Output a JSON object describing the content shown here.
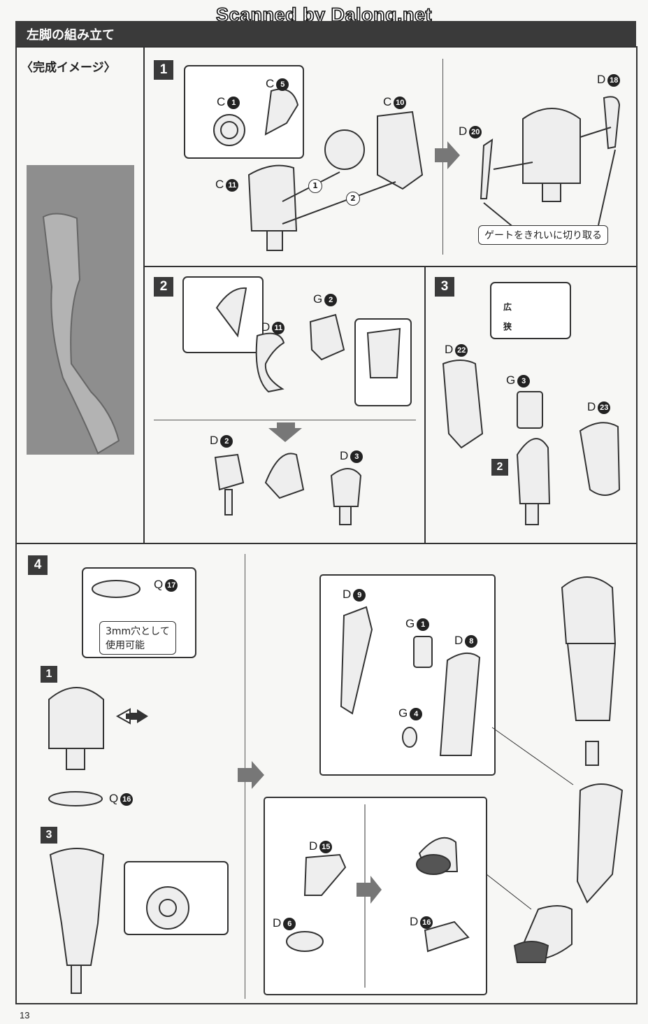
{
  "watermark": "Scanned by Dalong.net",
  "section_title": "左脚の組み立て",
  "completion_label": "〈完成イメージ〉",
  "steps": {
    "s1": "1",
    "s2": "2",
    "s3": "3",
    "s4": "4"
  },
  "substeps": {
    "a": "1",
    "b": "3",
    "c": "2"
  },
  "parts": {
    "c1": {
      "letter": "C",
      "num": "1"
    },
    "c5": {
      "letter": "C",
      "num": "5"
    },
    "c10": {
      "letter": "C",
      "num": "10"
    },
    "c11": {
      "letter": "C",
      "num": "11"
    },
    "d18": {
      "letter": "D",
      "num": "18"
    },
    "d20": {
      "letter": "D",
      "num": "20"
    },
    "g2": {
      "letter": "G",
      "num": "2"
    },
    "d11": {
      "letter": "D",
      "num": "11"
    },
    "d2": {
      "letter": "D",
      "num": "2"
    },
    "d3": {
      "letter": "D",
      "num": "3"
    },
    "d22": {
      "letter": "D",
      "num": "22"
    },
    "g3": {
      "letter": "G",
      "num": "3"
    },
    "d23": {
      "letter": "D",
      "num": "23"
    },
    "q17": {
      "letter": "Q",
      "num": "17"
    },
    "q16": {
      "letter": "Q",
      "num": "16"
    },
    "d9": {
      "letter": "D",
      "num": "9"
    },
    "g1": {
      "letter": "G",
      "num": "1"
    },
    "d8": {
      "letter": "D",
      "num": "8"
    },
    "g4": {
      "letter": "G",
      "num": "4"
    },
    "d15": {
      "letter": "D",
      "num": "15"
    },
    "d6": {
      "letter": "D",
      "num": "6"
    },
    "d16": {
      "letter": "D",
      "num": "16"
    }
  },
  "notes": {
    "gate": "ゲートをきれいに切り取る",
    "hole_line1": "3mm穴として",
    "hole_line2": "使用可能",
    "wide": "広",
    "narrow": "狭"
  },
  "order": {
    "o1": "1",
    "o2": "2"
  },
  "page_number": "13"
}
